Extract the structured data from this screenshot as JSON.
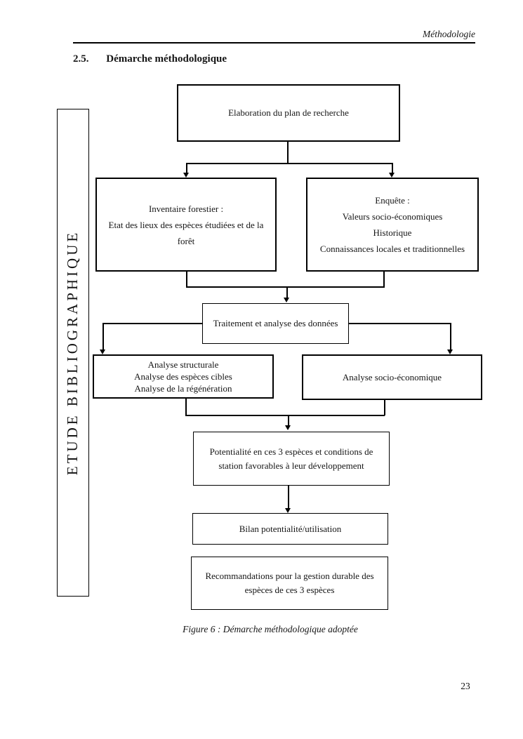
{
  "page": {
    "running_header": "Méthodologie",
    "page_number": "23"
  },
  "section": {
    "number": "2.5.",
    "title": "Démarche méthodologique"
  },
  "flowchart": {
    "side_box": "ETUDE BIBLIOGRAPHIQUE",
    "plan": "Elaboration du plan de recherche",
    "inventaire": {
      "lines": [
        "Inventaire forestier :",
        "Etat des lieux des espèces étudiées et de la",
        "forêt"
      ]
    },
    "enquete": {
      "lines": [
        "Enquête :",
        "Valeurs socio-économiques",
        "Historique",
        "Connaissances locales et traditionnelles"
      ]
    },
    "traitement": "Traitement et analyse des données",
    "analyse_structurale": {
      "lines": [
        "Analyse structurale",
        "Analyse des espèces cibles",
        "Analyse de la régénération"
      ]
    },
    "analyse_socio": "Analyse socio-économique",
    "potentialite": {
      "lines": [
        "Potentialité en ces 3 espèces et conditions de",
        "station favorables à leur développement"
      ]
    },
    "bilan": "Bilan potentialité/utilisation",
    "recommandations": {
      "lines": [
        "Recommandations pour la gestion durable des",
        "espèces de ces 3 espèces"
      ]
    }
  },
  "figure": {
    "caption": "Figure 6 : Démarche méthodologique adoptée"
  },
  "colors": {
    "ink": "#151515",
    "line": "#000000",
    "paper": "#ffffff"
  }
}
